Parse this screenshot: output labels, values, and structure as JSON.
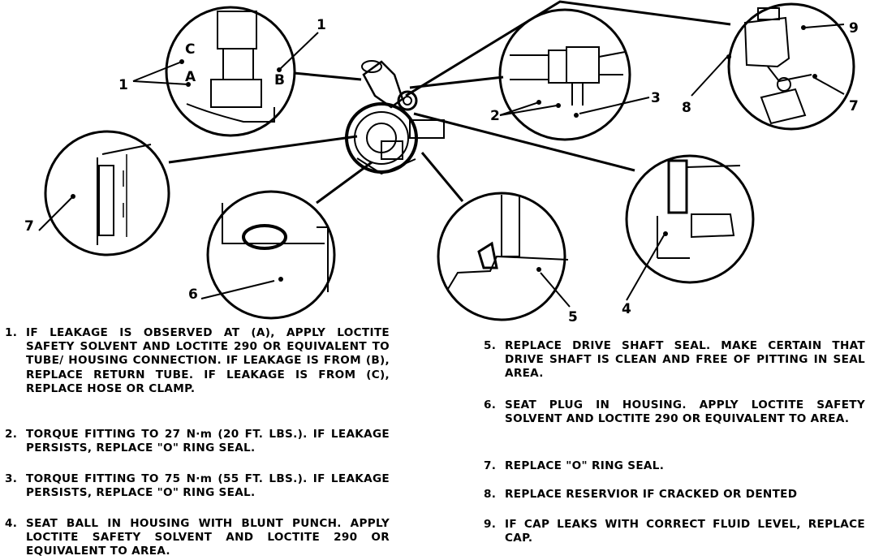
{
  "callouts": {
    "c1": "1",
    "c1b": "1",
    "cA": "A",
    "cB": "B",
    "cC": "C",
    "c2": "2",
    "c3": "3",
    "c4": "4",
    "c5": "5",
    "c6": "6",
    "c7": "7",
    "c7b": "7",
    "c8": "8",
    "c9": "9"
  },
  "notes": [
    {
      "num": "1.",
      "text": "IF LEAKAGE IS OBSERVED AT (A), APPLY LOCTITE SAFETY SOLVENT AND LOCTITE 290 OR EQUIVALENT TO TUBE/ HOUSING CONNECTION. IF LEAKAGE IS FROM (B), REPLACE RETURN TUBE. IF LEAKAGE IS FROM (C), REPLACE HOSE OR CLAMP."
    },
    {
      "num": "2.",
      "text": "TORQUE FITTING TO 27 N·m (20 FT. LBS.). IF LEAKAGE PERSISTS, REPLACE \"O\" RING SEAL."
    },
    {
      "num": "3.",
      "text": "TORQUE FITTING TO 75 N·m (55 FT. LBS.). IF LEAKAGE PERSISTS, REPLACE \"O\" RING SEAL."
    },
    {
      "num": "4.",
      "text": "SEAT BALL IN HOUSING WITH BLUNT PUNCH. APPLY LOCTITE SAFETY SOLVENT AND LOCTITE 290 OR EQUIVALENT TO AREA."
    },
    {
      "num": "5.",
      "text": "REPLACE DRIVE SHAFT SEAL. MAKE CERTAIN THAT DRIVE SHAFT IS CLEAN AND FREE OF PITTING IN SEAL AREA."
    },
    {
      "num": "6.",
      "text": "SEAT PLUG IN HOUSING. APPLY LOCTITE SAFETY SOLVENT AND LOCTITE 290 OR EQUIVALENT TO AREA."
    },
    {
      "num": "7.",
      "text": "REPLACE \"O\" RING SEAL."
    },
    {
      "num": "8.",
      "text": "REPLACE RESERVIOR IF CRACKED OR DENTED"
    },
    {
      "num": "9.",
      "text": "IF CAP LEAKS WITH CORRECT FLUID LEVEL, REPLACE CAP."
    }
  ]
}
